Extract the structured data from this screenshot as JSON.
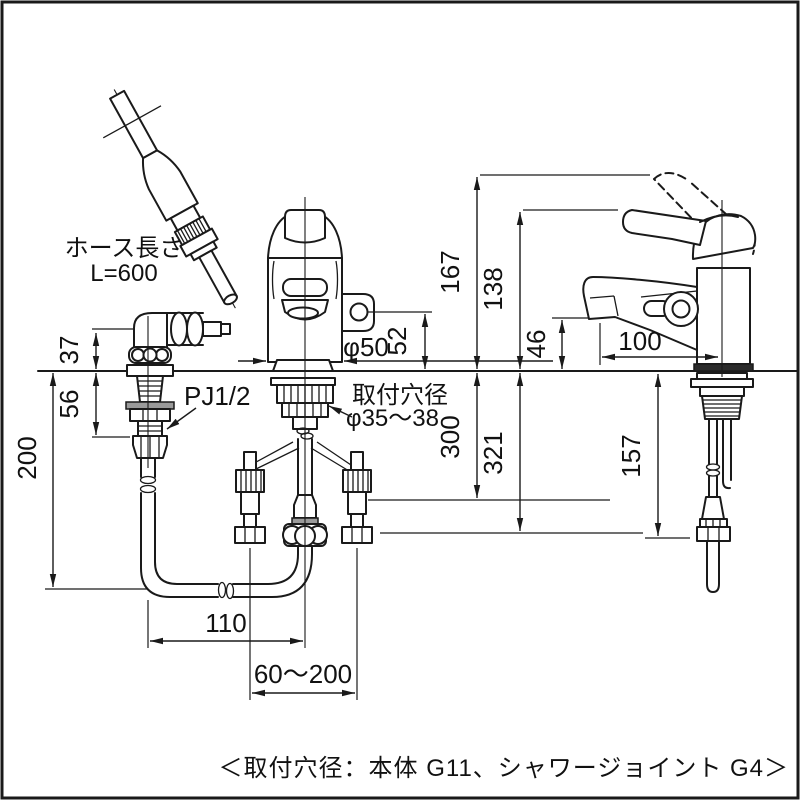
{
  "drawing": {
    "caption": "＜取付穴径：本体 G11、シャワージョイント G4＞",
    "labels": {
      "hose_length_1": "ホース長さ",
      "hose_length_2": "L=600",
      "pipe_thread": "PJ1/2",
      "mount_hole_1": "取付穴径",
      "mount_hole_2": "φ35〜38",
      "body_diameter": "φ50"
    },
    "dimensions_mm": {
      "elbow_above_counter": "37",
      "elbow_below_counter": "56",
      "hose_drop": "200",
      "hose_horizontal": "110",
      "supply_pitch": "60〜200",
      "joint_bracket_height": "52",
      "lever_raised_height": "167",
      "lever_rest_height": "138",
      "spout_height": "46",
      "under_counter_pipe": "300",
      "under_counter_total": "321",
      "side_under_counter": "157",
      "spout_reach": "100"
    },
    "colors": {
      "line": "#1a1a1a",
      "background": "#ffffff"
    }
  }
}
